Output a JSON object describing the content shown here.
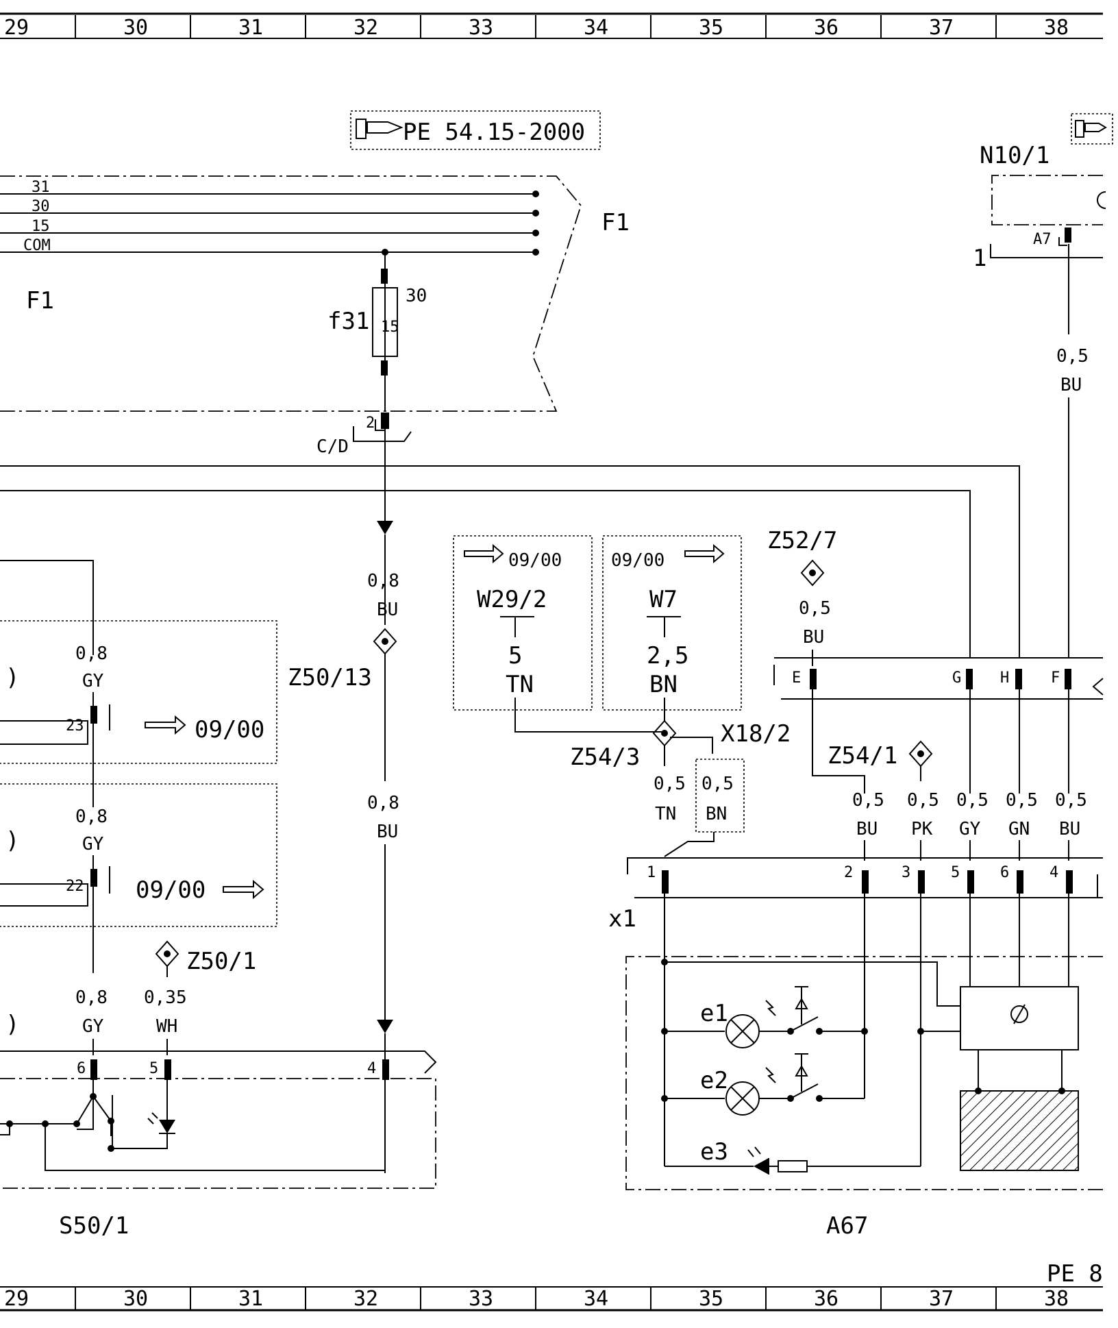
{
  "grid": {
    "top": [
      "29",
      "30",
      "31",
      "32",
      "33",
      "34",
      "35",
      "36",
      "37",
      "38"
    ],
    "bottom": [
      "29",
      "30",
      "31",
      "32",
      "33",
      "34",
      "35",
      "36",
      "37",
      "38"
    ]
  },
  "page_ref": "PE 8",
  "references": {
    "pe_ref": "PE 54.15-2000"
  },
  "components": {
    "f1_right": "F1",
    "f1_left": "F1",
    "fuse": "f31",
    "fuse_rating": "15",
    "fuse_amp_note": "30",
    "cd": "C/D",
    "n10": "N10/1",
    "s50": "S50/1",
    "a67": "A67",
    "x1": "x1",
    "e1": "e1",
    "e2": "e2",
    "e3": "e3"
  },
  "bus": {
    "b31": "31",
    "b30": "30",
    "b15": "15",
    "bcom": "COM"
  },
  "connectors": {
    "n10_a7": "A7",
    "n10_1": "1",
    "f1_2": "2",
    "z50_13": "Z50/13",
    "z52_7": "Z52/7",
    "z54_3": "Z54/3",
    "z54_1": "Z54/1",
    "x18_2": "X18/2",
    "z50_1": "Z50/1",
    "pin_e": "E",
    "pin_g": "G",
    "pin_h": "H",
    "pin_f": "F",
    "x1_1": "1",
    "x1_2": "2",
    "x1_3": "3",
    "x1_5": "5",
    "x1_6": "6",
    "x1_4": "4",
    "pin23": "23",
    "pin22": "22",
    "pin6": "6",
    "pin5": "5",
    "pin4": "4"
  },
  "boxes": {
    "w29": {
      "arrow_text": "09/00",
      "code": "W29/2",
      "size": "5",
      "color": "TN"
    },
    "w7": {
      "arrow_text": "09/00",
      "code": "W7",
      "size": "2,5",
      "color": "BN"
    },
    "box23_text": "09/00",
    "box22_text": "09/00"
  },
  "wires": {
    "n10_size": "0,5",
    "n10_color": "BU",
    "f31_size": "0,8",
    "f31_color": "BU",
    "f31b_size": "0,8",
    "f31b_color": "BU",
    "z52_size": "0,5",
    "z52_color": "BU",
    "gy1_size": "0,8",
    "gy1_color": "GY",
    "gy2_size": "0,8",
    "gy2_color": "GY",
    "gy3_size": "0,8",
    "gy3_color": "GY",
    "wh_size": "0,35",
    "wh_color": "WH",
    "tn_size": "0,5",
    "tn_color": "TN",
    "bn_size": "0,5",
    "bn_color": "BN",
    "x1_2_size": "0,5",
    "x1_2_color": "BU",
    "x1_3_size": "0,5",
    "x1_3_color": "PK",
    "x1_5_size": "0,5",
    "x1_5_color": "GY",
    "x1_6_size": "0,5",
    "x1_6_color": "GN",
    "x1_4_size": "0,5",
    "x1_4_color": "BU"
  },
  "left_stubs": {
    "a": ")",
    "b": ")",
    "c": ")"
  }
}
